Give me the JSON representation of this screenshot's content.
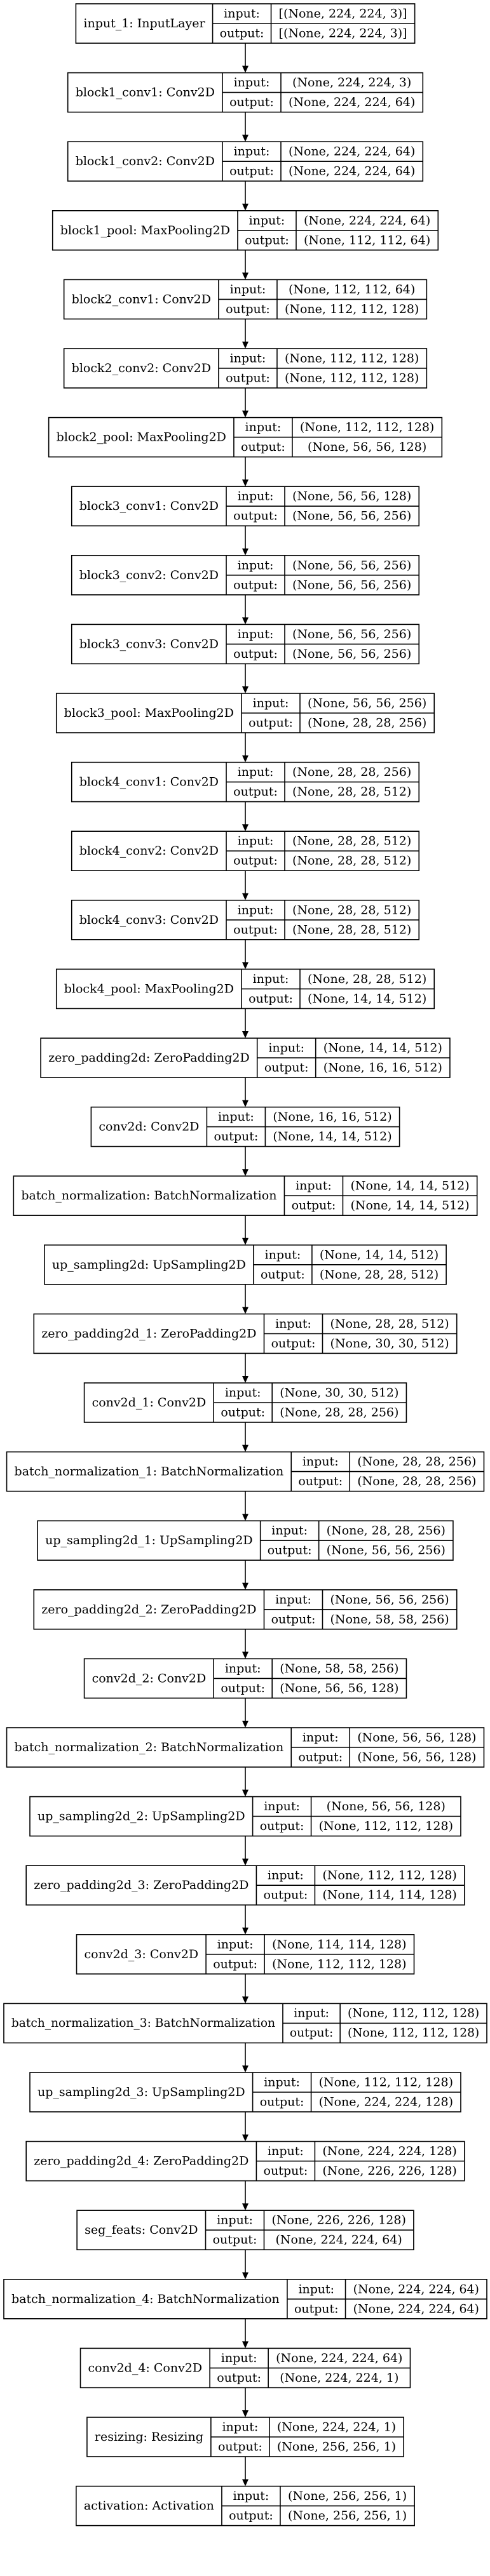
{
  "io_labels": {
    "input": "input:",
    "output": "output:"
  },
  "layers": [
    {
      "name": "input_1: InputLayer",
      "input": "[(None, 224, 224, 3)]",
      "output": "[(None, 224, 224, 3)]"
    },
    {
      "name": "block1_conv1: Conv2D",
      "input": "(None, 224, 224, 3)",
      "output": "(None, 224, 224, 64)"
    },
    {
      "name": "block1_conv2: Conv2D",
      "input": "(None, 224, 224, 64)",
      "output": "(None, 224, 224, 64)"
    },
    {
      "name": "block1_pool: MaxPooling2D",
      "input": "(None, 224, 224, 64)",
      "output": "(None, 112, 112, 64)"
    },
    {
      "name": "block2_conv1: Conv2D",
      "input": "(None, 112, 112, 64)",
      "output": "(None, 112, 112, 128)"
    },
    {
      "name": "block2_conv2: Conv2D",
      "input": "(None, 112, 112, 128)",
      "output": "(None, 112, 112, 128)"
    },
    {
      "name": "block2_pool: MaxPooling2D",
      "input": "(None, 112, 112, 128)",
      "output": "(None, 56, 56, 128)"
    },
    {
      "name": "block3_conv1: Conv2D",
      "input": "(None, 56, 56, 128)",
      "output": "(None, 56, 56, 256)"
    },
    {
      "name": "block3_conv2: Conv2D",
      "input": "(None, 56, 56, 256)",
      "output": "(None, 56, 56, 256)"
    },
    {
      "name": "block3_conv3: Conv2D",
      "input": "(None, 56, 56, 256)",
      "output": "(None, 56, 56, 256)"
    },
    {
      "name": "block3_pool: MaxPooling2D",
      "input": "(None, 56, 56, 256)",
      "output": "(None, 28, 28, 256)"
    },
    {
      "name": "block4_conv1: Conv2D",
      "input": "(None, 28, 28, 256)",
      "output": "(None, 28, 28, 512)"
    },
    {
      "name": "block4_conv2: Conv2D",
      "input": "(None, 28, 28, 512)",
      "output": "(None, 28, 28, 512)"
    },
    {
      "name": "block4_conv3: Conv2D",
      "input": "(None, 28, 28, 512)",
      "output": "(None, 28, 28, 512)"
    },
    {
      "name": "block4_pool: MaxPooling2D",
      "input": "(None, 28, 28, 512)",
      "output": "(None, 14, 14, 512)"
    },
    {
      "name": "zero_padding2d: ZeroPadding2D",
      "input": "(None, 14, 14, 512)",
      "output": "(None, 16, 16, 512)"
    },
    {
      "name": "conv2d: Conv2D",
      "input": "(None, 16, 16, 512)",
      "output": "(None, 14, 14, 512)"
    },
    {
      "name": "batch_normalization: BatchNormalization",
      "input": "(None, 14, 14, 512)",
      "output": "(None, 14, 14, 512)"
    },
    {
      "name": "up_sampling2d: UpSampling2D",
      "input": "(None, 14, 14, 512)",
      "output": "(None, 28, 28, 512)"
    },
    {
      "name": "zero_padding2d_1: ZeroPadding2D",
      "input": "(None, 28, 28, 512)",
      "output": "(None, 30, 30, 512)"
    },
    {
      "name": "conv2d_1: Conv2D",
      "input": "(None, 30, 30, 512)",
      "output": "(None, 28, 28, 256)"
    },
    {
      "name": "batch_normalization_1: BatchNormalization",
      "input": "(None, 28, 28, 256)",
      "output": "(None, 28, 28, 256)"
    },
    {
      "name": "up_sampling2d_1: UpSampling2D",
      "input": "(None, 28, 28, 256)",
      "output": "(None, 56, 56, 256)"
    },
    {
      "name": "zero_padding2d_2: ZeroPadding2D",
      "input": "(None, 56, 56, 256)",
      "output": "(None, 58, 58, 256)"
    },
    {
      "name": "conv2d_2: Conv2D",
      "input": "(None, 58, 58, 256)",
      "output": "(None, 56, 56, 128)"
    },
    {
      "name": "batch_normalization_2: BatchNormalization",
      "input": "(None, 56, 56, 128)",
      "output": "(None, 56, 56, 128)"
    },
    {
      "name": "up_sampling2d_2: UpSampling2D",
      "input": "(None, 56, 56, 128)",
      "output": "(None, 112, 112, 128)"
    },
    {
      "name": "zero_padding2d_3: ZeroPadding2D",
      "input": "(None, 112, 112, 128)",
      "output": "(None, 114, 114, 128)"
    },
    {
      "name": "conv2d_3: Conv2D",
      "input": "(None, 114, 114, 128)",
      "output": "(None, 112, 112, 128)"
    },
    {
      "name": "batch_normalization_3: BatchNormalization",
      "input": "(None, 112, 112, 128)",
      "output": "(None, 112, 112, 128)"
    },
    {
      "name": "up_sampling2d_3: UpSampling2D",
      "input": "(None, 112, 112, 128)",
      "output": "(None, 224, 224, 128)"
    },
    {
      "name": "zero_padding2d_4: ZeroPadding2D",
      "input": "(None, 224, 224, 128)",
      "output": "(None, 226, 226, 128)"
    },
    {
      "name": "seg_feats: Conv2D",
      "input": "(None, 226, 226, 128)",
      "output": "(None, 224, 224, 64)"
    },
    {
      "name": "batch_normalization_4: BatchNormalization",
      "input": "(None, 224, 224, 64)",
      "output": "(None, 224, 224, 64)"
    },
    {
      "name": "conv2d_4: Conv2D",
      "input": "(None, 224, 224, 64)",
      "output": "(None, 224, 224, 1)"
    },
    {
      "name": "resizing: Resizing",
      "input": "(None, 224, 224, 1)",
      "output": "(None, 256, 256, 1)"
    },
    {
      "name": "activation: Activation",
      "input": "(None, 256, 256, 1)",
      "output": "(None, 256, 256, 1)"
    }
  ]
}
